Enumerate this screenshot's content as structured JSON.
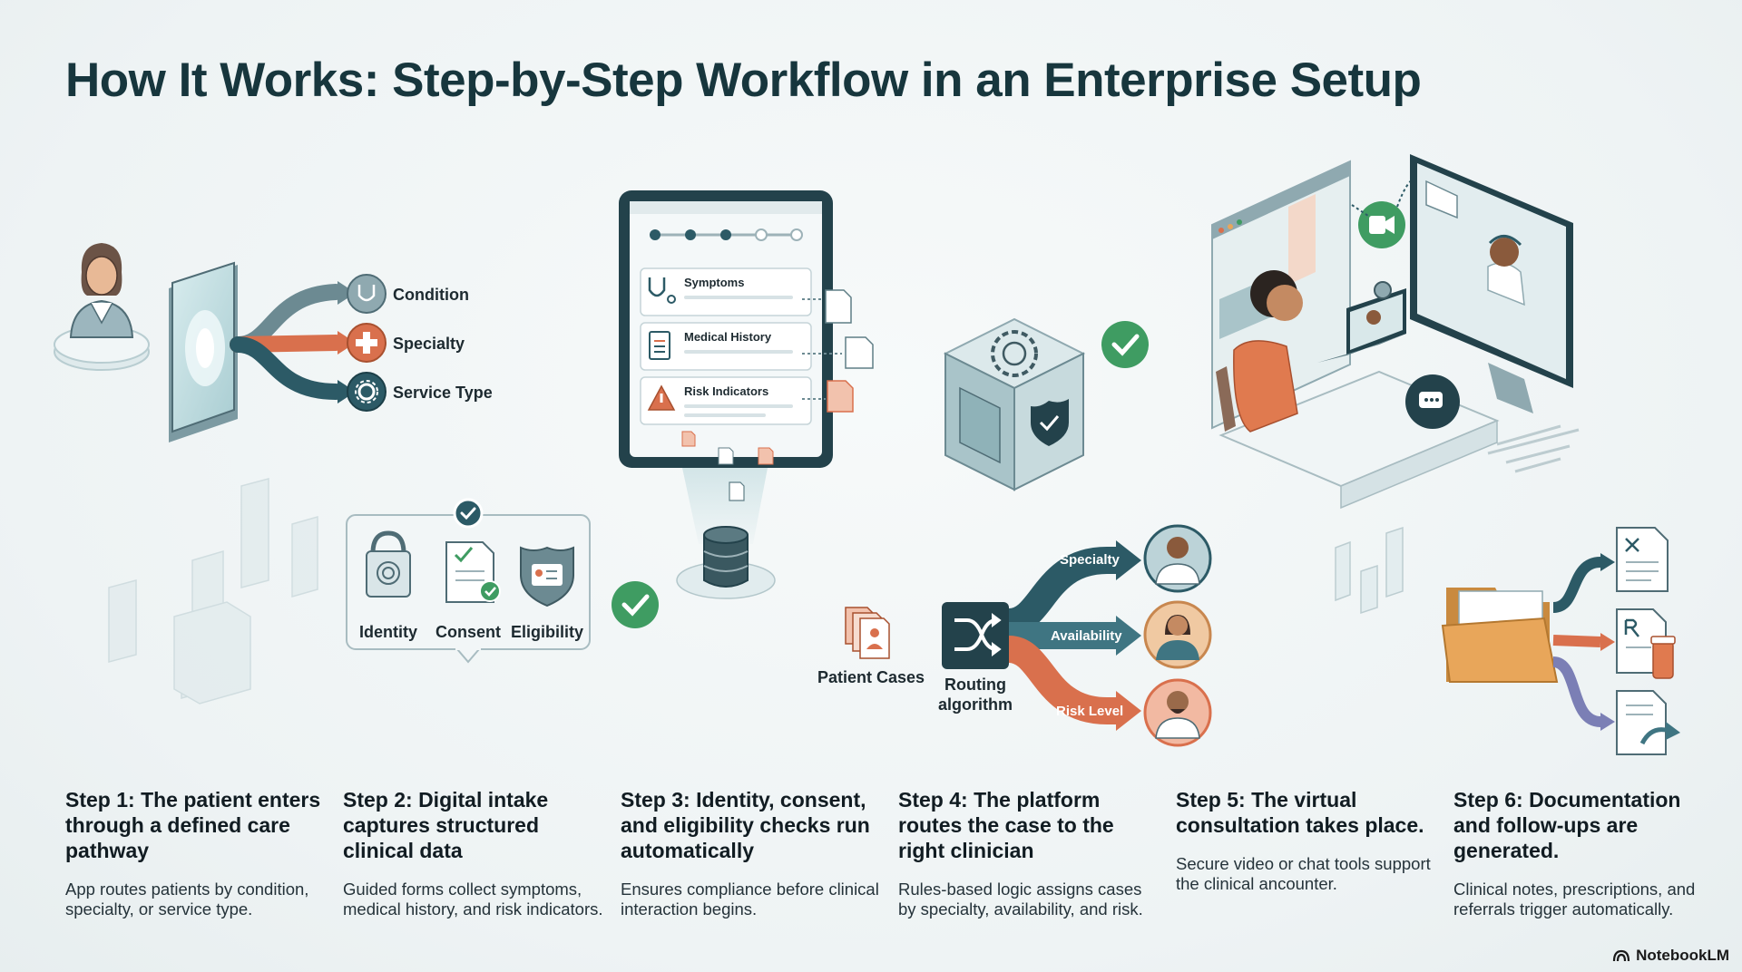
{
  "title": "How It Works: Step-by-Step Workflow in an Enterprise Setup",
  "step1_diagram": {
    "branches": [
      "Condition",
      "Specialty",
      "Service Type"
    ]
  },
  "step2_diagram": {
    "fields": [
      "Symptoms",
      "Medical History",
      "Risk Indicators"
    ]
  },
  "step3_diagram": {
    "checks": [
      "Identity",
      "Consent",
      "Eligibility"
    ]
  },
  "step4_diagram": {
    "cases_label": "Patient Cases",
    "algorithm_label_line1": "Routing",
    "algorithm_label_line2": "algorithm",
    "routes": [
      "Specialty",
      "Availability",
      "Risk Level"
    ]
  },
  "steps": [
    {
      "heading": "Step 1: The patient enters through a defined care pathway",
      "body": "App routes patients by condition, specialty, or service type."
    },
    {
      "heading": "Step 2: Digital intake captures structured clinical data",
      "body": "Guided forms collect symptoms, medical history, and risk indicators."
    },
    {
      "heading": "Step 3: Identity, consent, and eligibility checks run automatically",
      "body": "Ensures compliance before clinical interaction begins."
    },
    {
      "heading": "Step 4: The platform routes the case to the right clinician",
      "body": "Rules-based logic assigns cases by specialty, availability, and risk."
    },
    {
      "heading": "Step 5: The virtual consultation takes place.",
      "body": "Secure video or chat tools support the clinical ancounter."
    },
    {
      "heading": "Step 6: Documentation and follow-ups are generated.",
      "body": "Clinical notes, prescriptions, and referrals trigger automatically."
    }
  ],
  "brand": "NotebookLM",
  "colors": {
    "teal_dark": "#2c5a66",
    "teal": "#3f7582",
    "orange": "#d9704d",
    "green": "#3f9c62",
    "folder": "#e8a65a",
    "purple": "#7b7fb5"
  }
}
